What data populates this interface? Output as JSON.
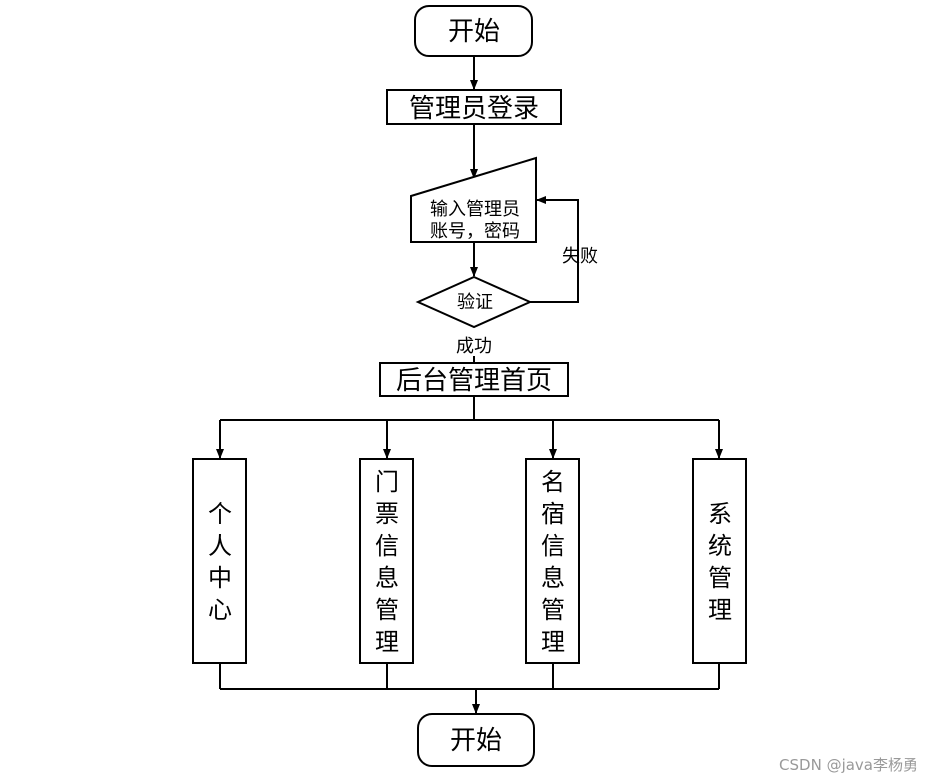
{
  "flow": {
    "start_label": "开始",
    "login_label": "管理员登录",
    "input_lines": [
      "输入管理员",
      "账号，密码"
    ],
    "verify_label": "验证",
    "fail_label": "失败",
    "success_label": "成功",
    "home_label": "后台管理首页",
    "end_label": "开始"
  },
  "modules": [
    {
      "chars": [
        "个",
        "人",
        "中",
        "心"
      ]
    },
    {
      "chars": [
        "门",
        "票",
        "信",
        "息",
        "管",
        "理"
      ]
    },
    {
      "chars": [
        "名",
        "宿",
        "信",
        "息",
        "管",
        "理"
      ]
    },
    {
      "chars": [
        "系",
        "统",
        "管",
        "理"
      ]
    }
  ],
  "watermark": "CSDN @java李杨勇"
}
